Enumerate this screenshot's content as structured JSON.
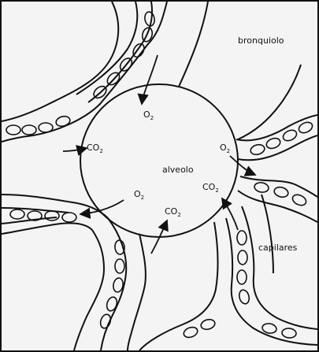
{
  "labels": {
    "bronquiolo": "bronquiolo",
    "alveolo": "alveolo",
    "capilares": "capilares"
  },
  "gases": {
    "o2_top": {
      "base": "O",
      "sub": "2"
    },
    "co2_left": {
      "base": "CO",
      "sub": "2"
    },
    "o2_right": {
      "base": "O",
      "sub": "2"
    },
    "co2_right": {
      "base": "CO",
      "sub": "2"
    },
    "o2_bottom": {
      "base": "O",
      "sub": "2"
    },
    "co2_bottom": {
      "base": "CO",
      "sub": "2"
    }
  },
  "colors": {
    "ink": "#111111",
    "paper": "#f4f4f4"
  }
}
